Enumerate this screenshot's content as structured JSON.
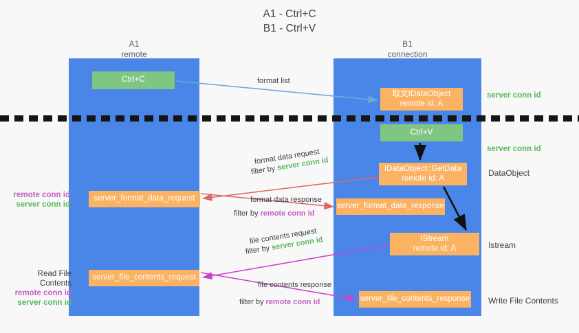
{
  "title": {
    "line1": "A1 - Ctrl+C",
    "line2": "B1 - Ctrl+V"
  },
  "lanes": [
    {
      "id": "a1",
      "name": "A1",
      "role": "remote",
      "color": "#4a86e8"
    },
    {
      "id": "b1",
      "name": "B1",
      "role": "connection",
      "color": "#4a86e8"
    }
  ],
  "colors": {
    "lane": "#4a86e8",
    "green_node": "#80c683",
    "orange_node": "#fbb363",
    "server_conn_id": "#5cb85c",
    "remote_conn_id": "#c45ec4",
    "arrow_blue": "#6fa8dc",
    "arrow_red": "#e06666",
    "arrow_magenta": "#cc44cc",
    "arrow_black": "#000000",
    "divider": "#151515",
    "background": "#f8f8f8"
  },
  "nodes": {
    "ctrl_c": {
      "label": "Ctrl+C",
      "kind": "green"
    },
    "idataobject": {
      "label": "取文IDataObject",
      "sub": "remote id: A",
      "kind": "orange"
    },
    "ctrl_v": {
      "label": "Ctrl+V",
      "kind": "green"
    },
    "getdata": {
      "label": "IDataObject::GetData",
      "sub": "remote id: A",
      "kind": "orange"
    },
    "format_data_request": {
      "label": "server_format_data_request",
      "kind": "orange"
    },
    "format_data_response": {
      "label": "server_format_data_response",
      "kind": "orange"
    },
    "istream": {
      "label": "IStream",
      "sub": "remote id: A",
      "kind": "orange"
    },
    "file_contents_request": {
      "label": "server_file_contents_request",
      "kind": "orange"
    },
    "file_contents_response": {
      "label": "server_file_contents_response",
      "kind": "orange"
    }
  },
  "edge_labels": {
    "format_list": "format list",
    "format_data_request": "format data request",
    "format_data_request_filter_prefix": "filter by ",
    "format_data_request_filter_key": "server conn id",
    "format_data_response": "format data response",
    "format_data_response_filter_prefix": "filter by ",
    "format_data_response_filter_key": "remote conn id",
    "file_contents_request": "file contents request",
    "file_contents_request_filter_prefix": "filter by ",
    "file_contents_request_filter_key": "server conn id",
    "file_contents_response": "file contents response",
    "file_contents_response_filter_prefix": "filter by ",
    "file_contents_response_filter_key": "remote conn id"
  },
  "annotations": {
    "right": {
      "server_conn_id_top": "server conn id",
      "server_conn_id_mid": "server conn id",
      "dataobject": "DataObject",
      "istream": "Istream",
      "write_file_contents": "Write File Contents"
    },
    "left": {
      "remote_conn_id_1": "remote conn id",
      "server_conn_id_1": "server conn id",
      "read_file_contents": "Read File Contents",
      "remote_conn_id_2": "remote conn id",
      "server_conn_id_2": "server conn id"
    }
  }
}
